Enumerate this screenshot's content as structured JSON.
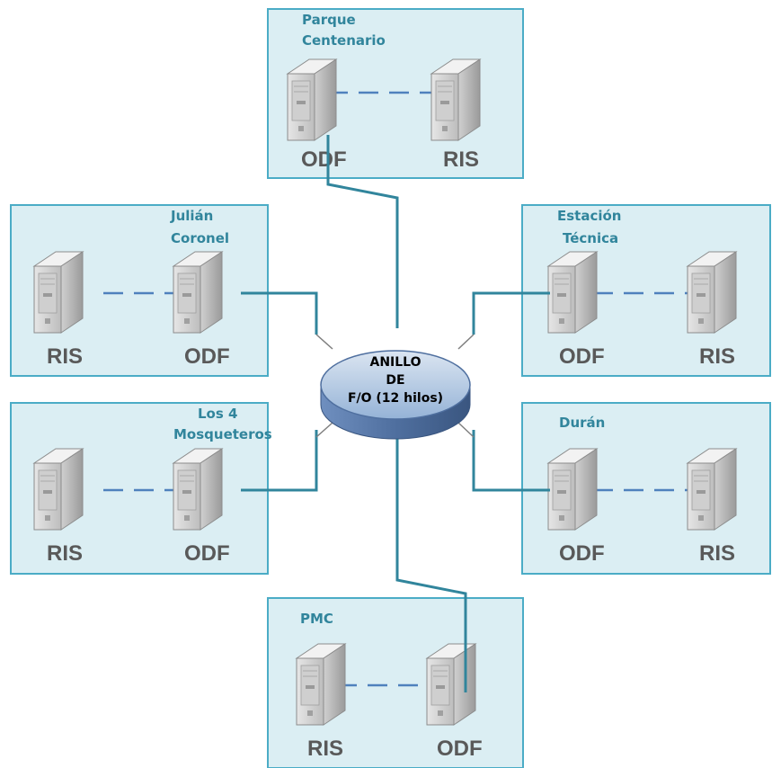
{
  "ring": {
    "line1": "ANILLO",
    "line2": "DE",
    "line3": "F/O (12 hilos)"
  },
  "sites": [
    {
      "id": "parque-centenario",
      "title_lines": [
        "Parque",
        "Centenario"
      ],
      "left_label": "ODF",
      "right_label": "RIS"
    },
    {
      "id": "julian-coronel",
      "title_lines": [
        "Julián",
        "Coronel"
      ],
      "left_label": "RIS",
      "right_label": "ODF"
    },
    {
      "id": "estacion-tecnica",
      "title_lines": [
        "Estación",
        "Técnica"
      ],
      "left_label": "ODF",
      "right_label": "RIS"
    },
    {
      "id": "los-4-mosqueteros",
      "title_lines": [
        "Los 4",
        "Mosqueteros"
      ],
      "left_label": "RIS",
      "right_label": "ODF"
    },
    {
      "id": "duran",
      "title_lines": [
        "Durán"
      ],
      "left_label": "ODF",
      "right_label": "RIS"
    },
    {
      "id": "pmc",
      "title_lines": [
        "PMC"
      ],
      "left_label": "RIS",
      "right_label": "ODF"
    }
  ],
  "colors": {
    "box_fill": "#dbeef3",
    "box_border": "#4bacc6",
    "fiber": "#31859c",
    "ring_top": "#b9cde5",
    "ring_side": "#4f6f9f"
  },
  "icons": [
    "server-icon",
    "ring-cylinder-icon"
  ]
}
